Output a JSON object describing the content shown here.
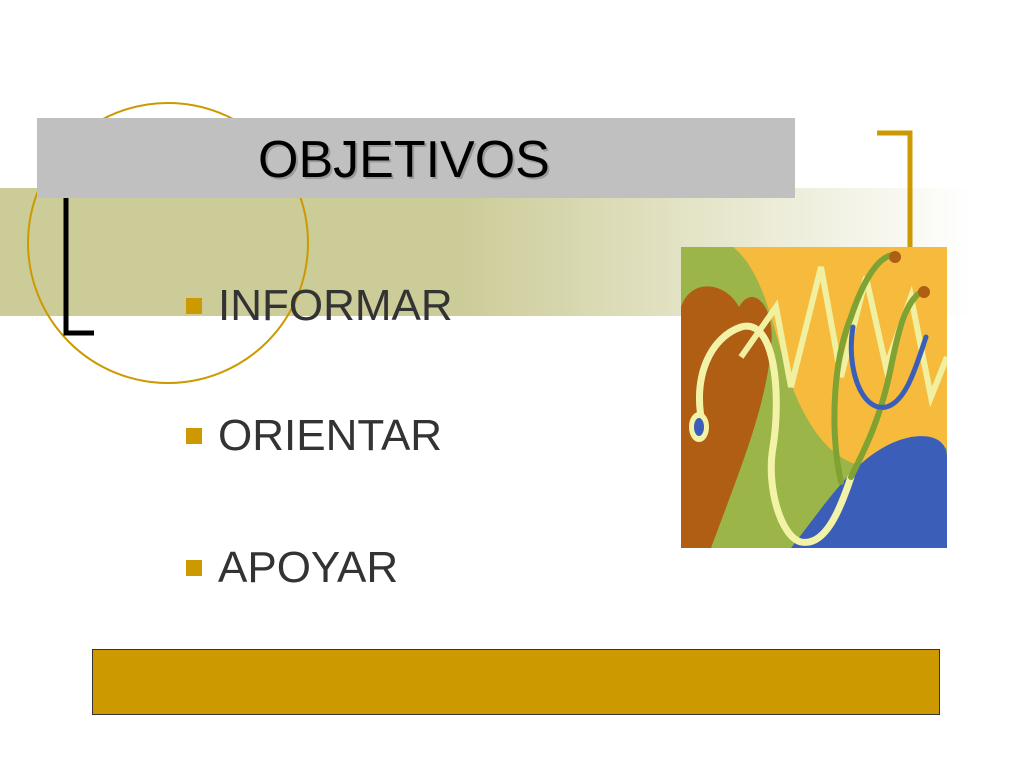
{
  "slide": {
    "title": "OBJETIVOS",
    "bullets": [
      {
        "label": "INFORMAR"
      },
      {
        "label": "ORIENTAR"
      },
      {
        "label": "APOYAR"
      }
    ],
    "clipart_icon": "heart-stethoscope-icon"
  },
  "colors": {
    "band": "#cccc99",
    "accent": "#cc9900",
    "title_box": "#c0c0c0",
    "text": "#333333"
  }
}
